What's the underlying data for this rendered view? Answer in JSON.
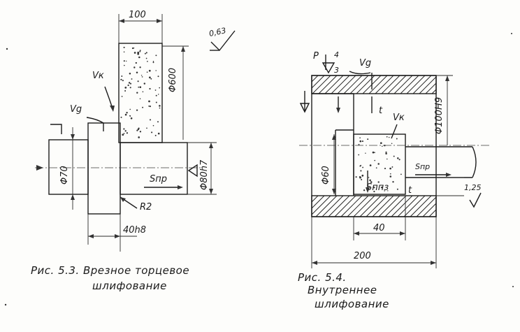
{
  "figure_53": {
    "dim_width": "100",
    "dim_wheel_diameter": "Φ600",
    "roughness": "0,63",
    "vk": "Vк",
    "vg": "Vg",
    "dim_left_diameter": "Φ70",
    "dim_shaft_diameter": "Φ80h7",
    "feed": "Sпр",
    "radius": "R2",
    "dim_length": "40h8",
    "caption_line1": "Рис. 5.3. Врезное торцевое",
    "caption_line2": "шлифование"
  },
  "figure_54": {
    "p_label": "P",
    "roughness_top": "4",
    "roughness_top_sub": "3",
    "vg": "Vg",
    "t_top": "t",
    "vk": "Vк",
    "dim_bore_diameter": "Φ100H9",
    "dim_small_diameter": "Φ60",
    "feed_small": "Sпр",
    "feed": "Sппз",
    "t_bottom": "t",
    "dim_offset": "1,25",
    "dim_wheel_width": "40",
    "dim_length": "200",
    "caption_line1": "Рис. 5.4.",
    "caption_line2": "Внутреннее",
    "caption_line3": "шлифование"
  },
  "colors": {
    "ink": "#1c1c1c",
    "paper": "#fdfdfb"
  }
}
